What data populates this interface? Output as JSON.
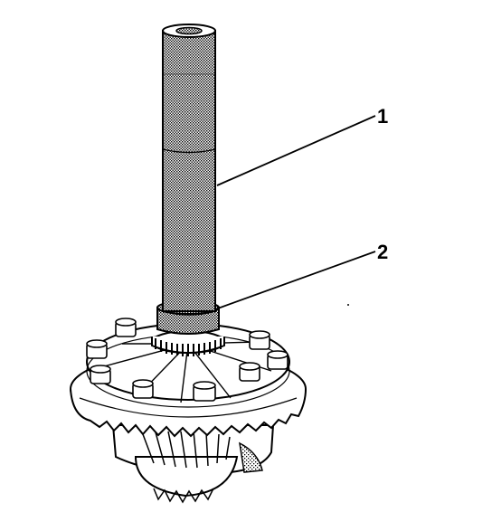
{
  "callouts": [
    {
      "id": "1",
      "label": "1"
    },
    {
      "id": "2",
      "label": "2"
    }
  ],
  "colors": {
    "line": "#000000",
    "background": "#ffffff",
    "shading": "#9a9a9a"
  }
}
